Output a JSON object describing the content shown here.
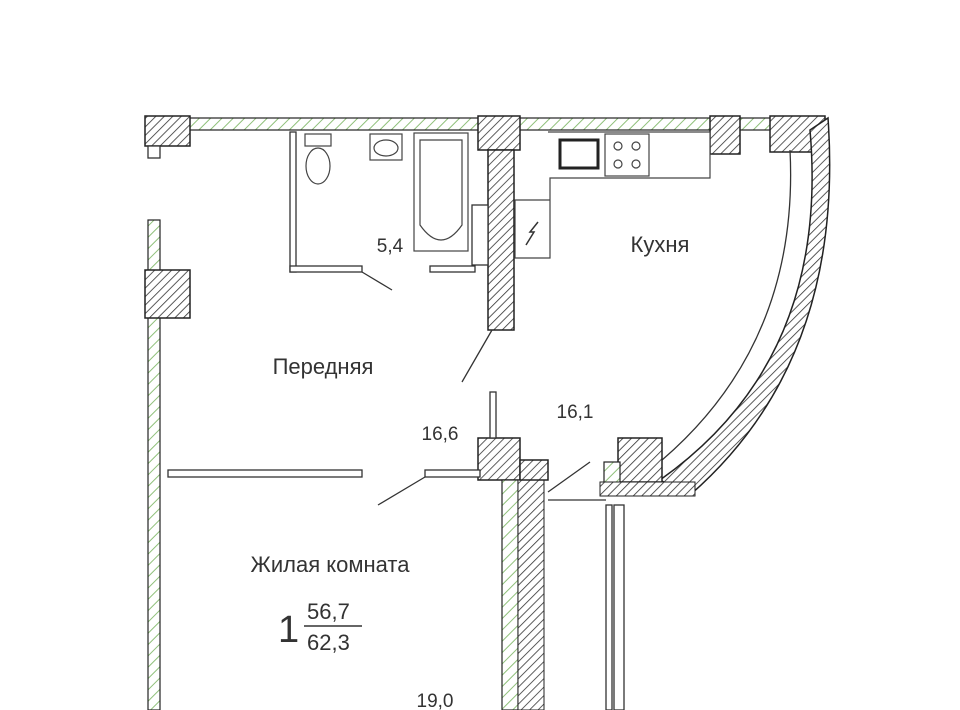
{
  "plan": {
    "rooms": {
      "bathroom_area": "5,4",
      "kitchen_label": "Кухня",
      "hall_label": "Передняя",
      "hall_area": "16,6",
      "kitchen_area": "16,1",
      "living_label": "Жилая комната",
      "living_area": "19,0"
    },
    "summary": {
      "rooms_count": "1",
      "living_total": "56,7",
      "total_area": "62,3"
    },
    "colors": {
      "wall_hatch": "#333333",
      "insulation_hatch": "#8fc07a"
    }
  }
}
